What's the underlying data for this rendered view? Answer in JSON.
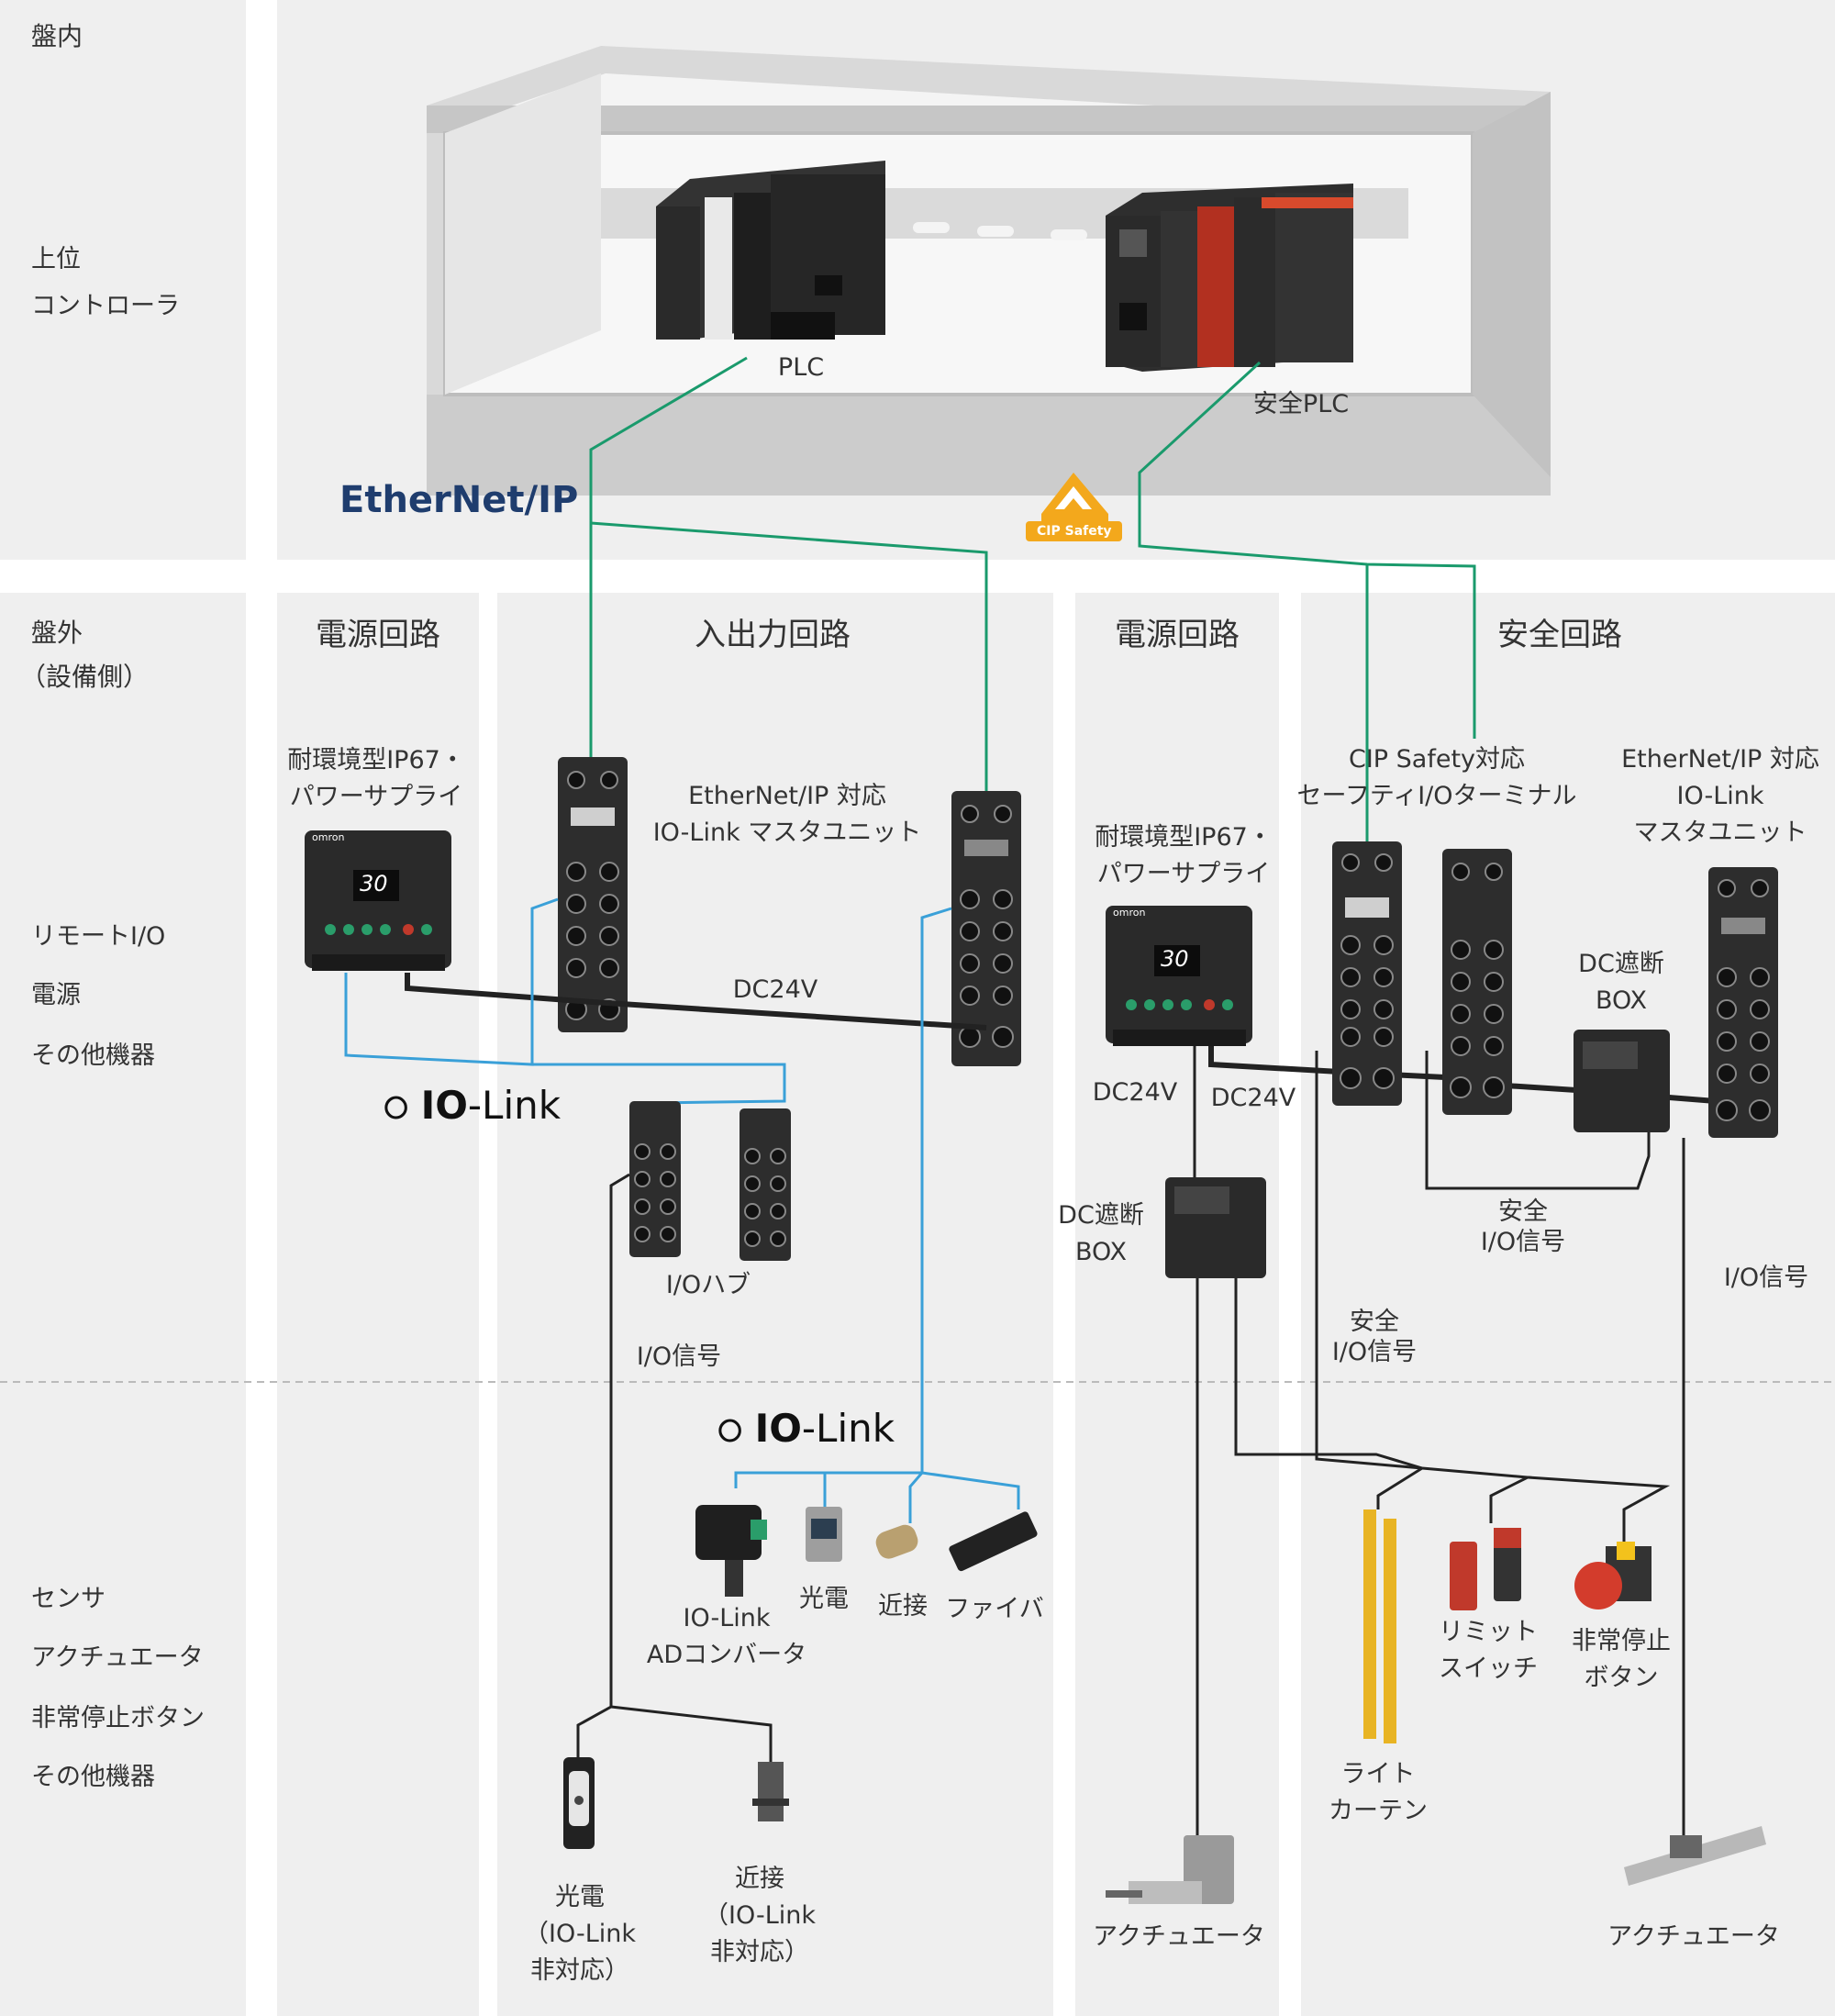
{
  "side_labels": {
    "in_panel": "盤内",
    "controller": [
      "上位",
      "コントローラ"
    ],
    "out_panel": [
      "盤外",
      "（設備側）"
    ],
    "remote": [
      "リモートI/O",
      "電源",
      "その他機器"
    ],
    "sensor": [
      "センサ",
      "アクチュエータ",
      "非常停止ボタン",
      "その他機器"
    ]
  },
  "controllers": {
    "plc": "PLC",
    "safety_plc": "安全PLC"
  },
  "logos": {
    "ethernetip": "EtherNet/IP",
    "cip_safety": "CIP Safety",
    "iolink": "IO-Link",
    "iolink_prefix": "IO",
    "iolink_suffix": "-Link"
  },
  "headers": {
    "power1": "電源回路",
    "io": "入出力回路",
    "power2": "電源回路",
    "safety": "安全回路"
  },
  "labels": {
    "ps1": [
      "耐環境型IP67・",
      "パワーサプライ"
    ],
    "eip_iolink": [
      "EtherNet/IP 対応",
      "IO-Link マスタユニット"
    ],
    "dc24v": "DC24V",
    "io_hub": "I/Oハブ",
    "io_signal": "I/O信号",
    "ps2": [
      "耐環境型IP67・",
      "パワーサプライ"
    ],
    "cip_terminal": [
      "CIP Safety対応",
      "セーフティI/Oターミナル"
    ],
    "eip_iolink2": [
      "EtherNet/IP 対応",
      "IO-Link",
      "マスタユニット"
    ],
    "dc_box": [
      "DC遮断",
      "BOX"
    ],
    "safe_io_signal": [
      "安全",
      "I/O信号"
    ],
    "ps_display": "30",
    "brand": "omron"
  },
  "sensors": {
    "ad_converter": [
      "IO-Link",
      "ADコンバータ"
    ],
    "photo": "光電",
    "prox": "近接",
    "fiber": "ファイバ",
    "photo_legacy": [
      "光電",
      "（IO-Link",
      "非対応）"
    ],
    "prox_legacy": [
      "近接",
      "（IO-Link",
      "非対応）"
    ],
    "light_curtain": [
      "ライト",
      "カーテン"
    ],
    "limit_switch": [
      "リミット",
      "スイッチ"
    ],
    "estop": [
      "非常停止",
      "ボタン"
    ],
    "actuator": "アクチュエータ"
  },
  "colors": {
    "ethernet_line": "#1a9a6c",
    "iolink_line": "#3aa0d8",
    "power_line": "#222222",
    "panel_bg": "#efefef",
    "cip_safety_badge": "#f3a81c",
    "safety_red": "#d33c2c",
    "light_curtain": "#e8b424"
  }
}
